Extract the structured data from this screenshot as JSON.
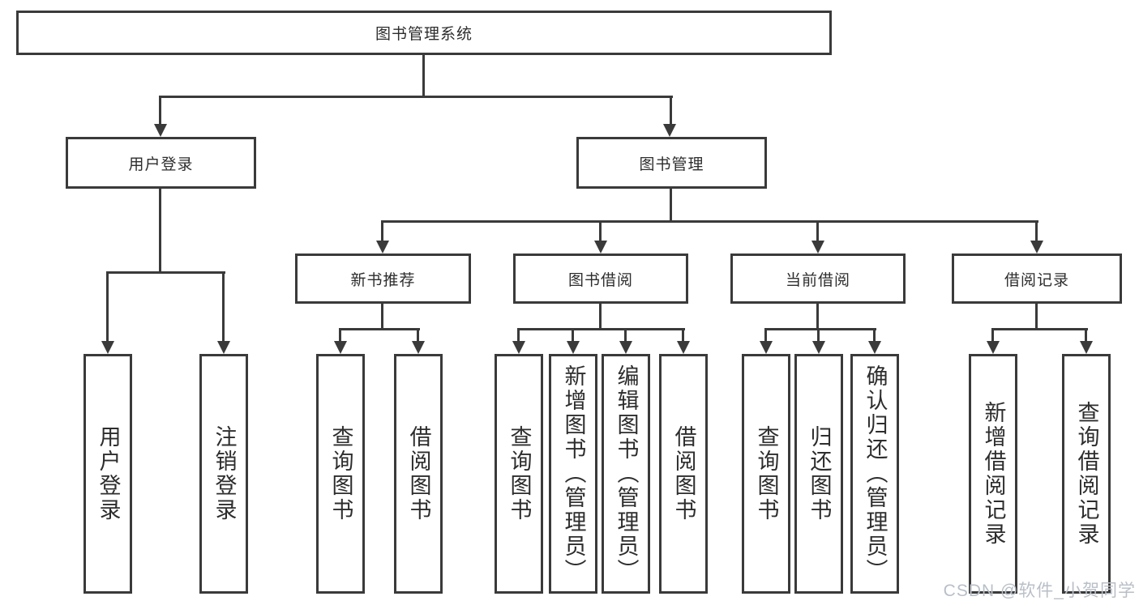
{
  "tree": {
    "label": "图书管理系统",
    "children": [
      {
        "label": "用户登录",
        "children": [
          {
            "label": "用户登录"
          },
          {
            "label": "注销登录"
          }
        ]
      },
      {
        "label": "图书管理",
        "children": [
          {
            "label": "新书推荐",
            "children": [
              {
                "label": "查询图书"
              },
              {
                "label": "借阅图书"
              }
            ]
          },
          {
            "label": "图书借阅",
            "children": [
              {
                "label": "查询图书"
              },
              {
                "label": "新增图书（管理员）"
              },
              {
                "label": "编辑图书（管理员）"
              },
              {
                "label": "借阅图书"
              }
            ]
          },
          {
            "label": "当前借阅",
            "children": [
              {
                "label": "查询图书"
              },
              {
                "label": "归还图书"
              },
              {
                "label": "确认归还（管理员）"
              }
            ]
          },
          {
            "label": "借阅记录",
            "children": [
              {
                "label": "新增借阅记录"
              },
              {
                "label": "查询借阅记录"
              }
            ]
          }
        ]
      }
    ]
  },
  "watermark": {
    "text": "CSDN @软件_小贺同学"
  },
  "colors": {
    "line": "#3a3a3a",
    "text": "#2d2d2d",
    "watermark": "#b9bfc7",
    "background": "#ffffff"
  }
}
